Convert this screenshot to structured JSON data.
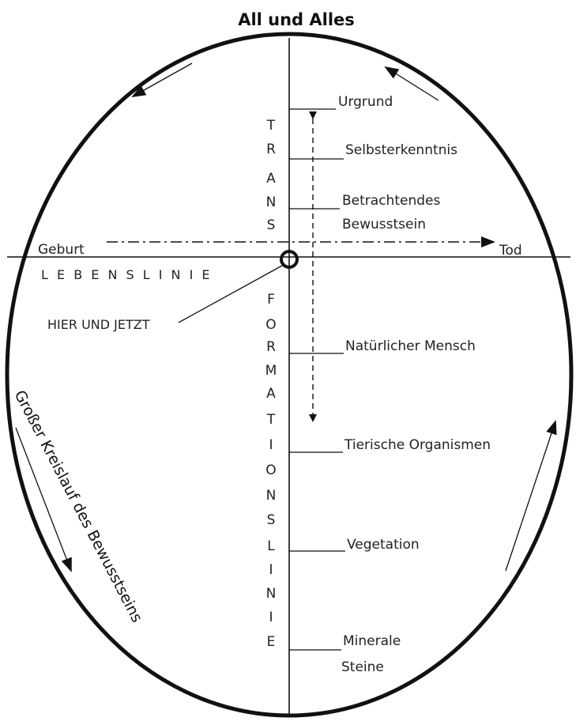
{
  "title": "All und Alles",
  "trans_letters": [
    "T",
    "R",
    "A",
    "N",
    "S"
  ],
  "formations_letters": [
    "F",
    "O",
    "R",
    "M",
    "A",
    "T",
    "I",
    "O",
    "N",
    "S",
    "L",
    "I",
    "N",
    "I",
    "E"
  ],
  "levels": {
    "urgrund": "Urgrund",
    "selbsterkenntnis": "Selbsterkenntnis",
    "betrachtendes_1": "Betrachtendes",
    "betrachtendes_2": "Bewusstsein",
    "natuerlicher_mensch": "Natürlicher Mensch",
    "tierische": "Tierische Organismen",
    "vegetation": "Vegetation",
    "minerale_1": "Minerale",
    "minerale_2": "Steine"
  },
  "geburt": "Geburt",
  "tod": "Tod",
  "lebenslinie": "L E B E N S L I N I E",
  "hier_und_jetzt": "HIER UND JETZT",
  "kreislauf": "Großer Kreislauf des Bewusstseins"
}
